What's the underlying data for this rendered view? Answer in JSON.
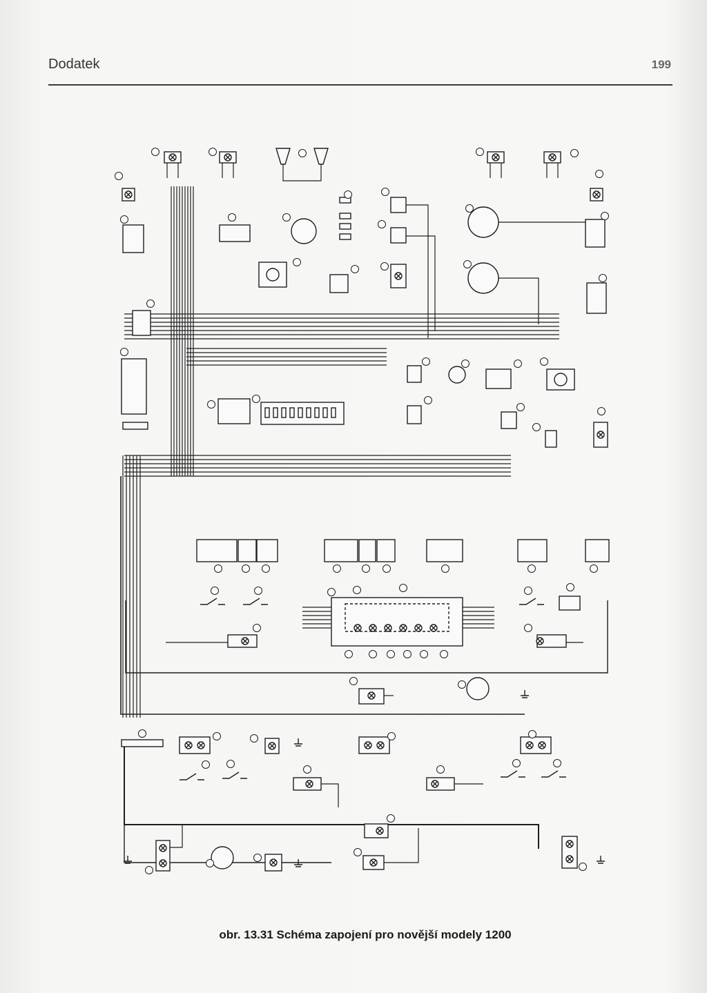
{
  "header": {
    "title": "Dodatek",
    "page_number": "199"
  },
  "figure": {
    "caption": "obr. 13.31 Schéma zapojení pro novější modely 1200"
  }
}
